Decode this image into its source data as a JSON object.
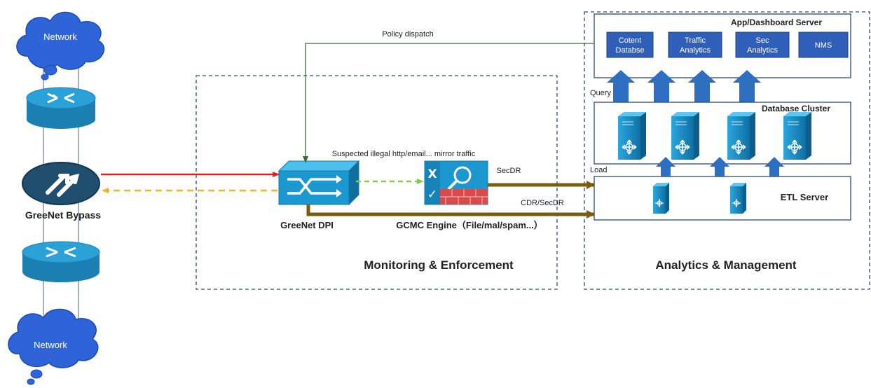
{
  "network_top": "Network",
  "network_bottom": "Network",
  "bypass": "GreeNet Bypass",
  "dpi": "GreeNet DPI",
  "gcmc": "GCMC Engine（File/mal/spam...）",
  "mirror": "Suspected illegal http/email... mirror traffic",
  "policy": "Policy dispatch",
  "secdr": "SecDR",
  "cdr": "CDR/SecDR",
  "load": "Load",
  "query": "Query",
  "monitoring": "Monitoring & Enforcement",
  "analytics": "Analytics & Management",
  "app_server": "App/Dashboard Server",
  "db_cluster": "Database Cluster",
  "etl": "ETL Server",
  "app_boxes": [
    {
      "line1": "Cotent",
      "line2": "Databse"
    },
    {
      "line1": "Traffic",
      "line2": "Analytics"
    },
    {
      "line1": "Sec",
      "line2": "Analytics"
    },
    {
      "line1": "NMS",
      "line2": ""
    }
  ],
  "colors": {
    "router": "#1a8fc0",
    "cloud": "#2f63d8",
    "bypass": "#1f4e6f",
    "server": "#1b8ec9",
    "app_box": "#2f5fb8",
    "up_arrow": "#2e6fc2",
    "red": "#e02020",
    "orange": "#f0b429",
    "green_dash": "#8cc84a",
    "olive": "#7a5c0c",
    "policy_line": "#3a6b3a",
    "dashed_frame": "#2d4a7a"
  }
}
